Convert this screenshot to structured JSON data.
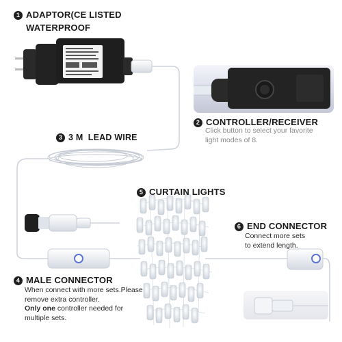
{
  "labels": {
    "adaptor": {
      "num": "1",
      "line1": "ADAPTOR(CE LISTED",
      "line2": "WATERPROOF"
    },
    "controller": {
      "num": "2",
      "title": "CONTROLLER/RECEIVER",
      "desc1": "Click button to select your favorite",
      "desc2": "light modes of 8."
    },
    "lead": {
      "num": "3",
      "title": "3 M  LEAD WIRE"
    },
    "male": {
      "num": "4",
      "title": "MALE CONNECTOR",
      "desc1": "When connect with more sets.Please",
      "desc2": "remove extra controller.",
      "bold": "Only one",
      "desc3": " controller needed for",
      "desc4": "multiple sets."
    },
    "curtain": {
      "num": "5",
      "title": "CURTAIN LIGHTS"
    },
    "end": {
      "num": "6",
      "title": "END CONNECTOR",
      "desc1": "Connect more sets",
      "desc2": "to extend length."
    }
  },
  "colors": {
    "wire": "#cfd3dc",
    "adaptor_body": "#1e1e1e",
    "led": "#dde3ea",
    "connector": "#e9edf2",
    "connector_accent": "#5b74d6"
  }
}
